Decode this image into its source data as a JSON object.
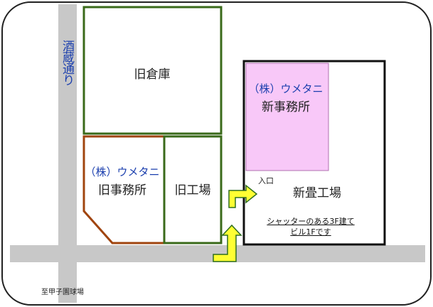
{
  "streets": {
    "vertical": "酒蔵通り",
    "bottom_destination": "至甲子園球場"
  },
  "buildings": {
    "old_warehouse": "旧倉庫",
    "old_office_company": "（株）ウメタニ",
    "old_office": "旧事務所",
    "old_factory": "旧工場",
    "new_office_company": "（株）ウメタニ",
    "new_office": "新事務所",
    "new_factory": "新畳工場"
  },
  "entrance": "入口",
  "note": {
    "line1": "シャッターのある3F建て",
    "line2": "ビル1Fです"
  },
  "colors": {
    "road": "#c8c8c8",
    "old_building": "#3a6a1a",
    "old_office_border": "#a0440e",
    "new_building": "#111111",
    "new_office_fill": "#f8c8f8",
    "arrow_fill": "#ffff33",
    "arrow_stroke": "#2f6f1f",
    "company_text": "#1b3fae"
  },
  "icons": {
    "entrance_arrows": "bent-arrow-right-icon"
  }
}
